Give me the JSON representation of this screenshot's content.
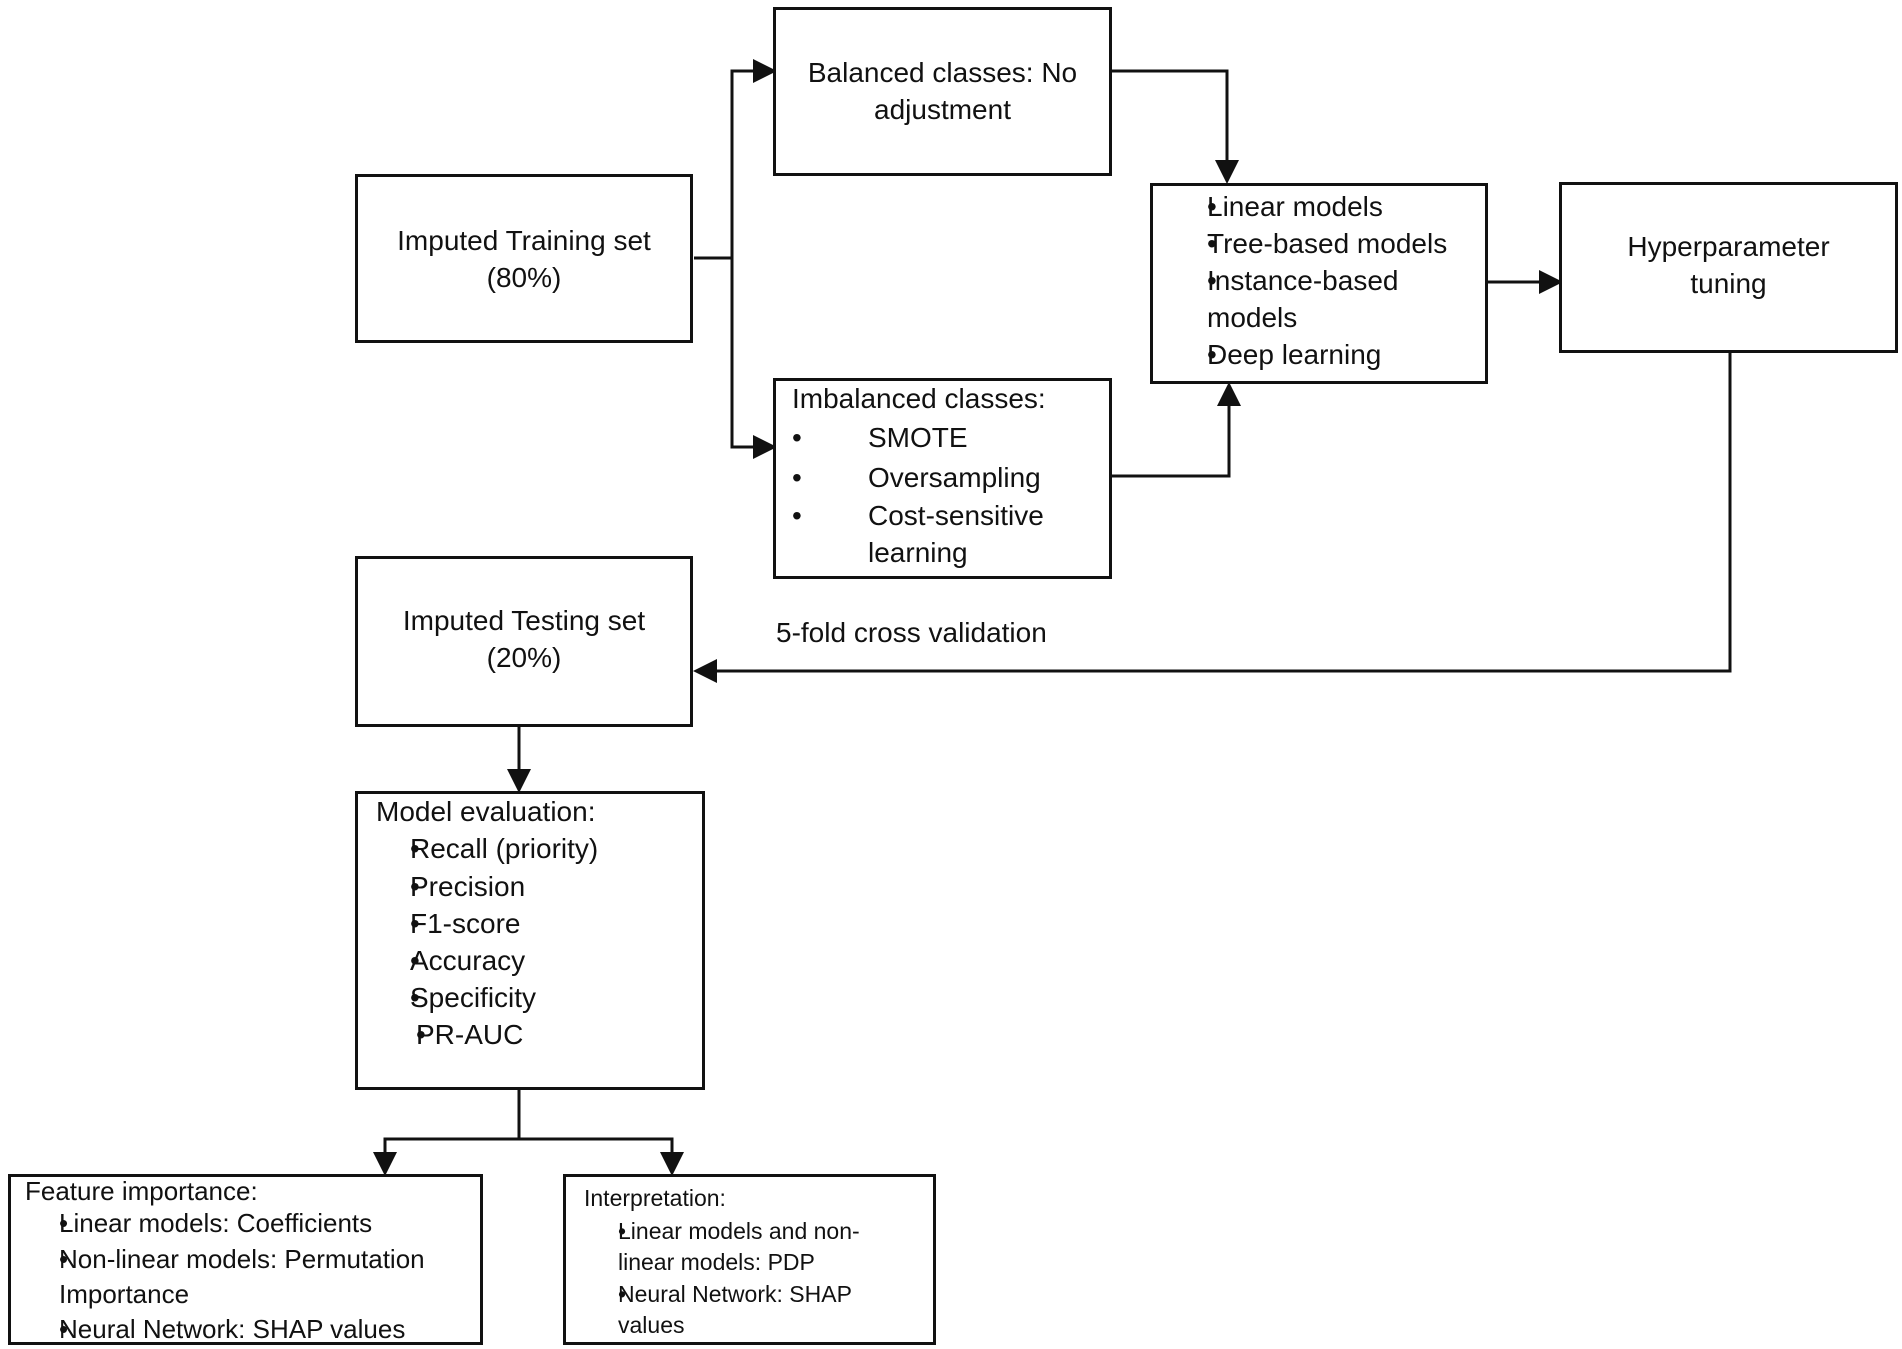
{
  "nodes": {
    "training": {
      "line1": "Imputed Training set",
      "line2": "(80%)"
    },
    "balanced": {
      "line1": "Balanced classes: No",
      "line2": "adjustment"
    },
    "imbalanced": {
      "title": "Imbalanced classes:",
      "items": [
        "SMOTE",
        "Oversampling",
        "Cost-sensitive learning"
      ]
    },
    "models": {
      "items": [
        "Linear models",
        "Tree-based models",
        "Instance-based models",
        "Deep learning"
      ]
    },
    "hyper": {
      "line1": "Hyperparameter",
      "line2": "tuning"
    },
    "testing": {
      "line1": "Imputed Testing set",
      "line2": "(20%)"
    },
    "evaluation": {
      "title": "Model evaluation:",
      "items": [
        "Recall (priority)",
        "Precision",
        "F1-score",
        "Accuracy",
        "Specificity",
        "PR-AUC"
      ]
    },
    "feature": {
      "title": "Feature importance:",
      "items": [
        "Linear models: Coefficients",
        "Non-linear models: Permutation Importance",
        "Neural Network: SHAP values"
      ]
    },
    "interpretation": {
      "title": "Interpretation:",
      "items": [
        "Linear models and non-linear models: PDP",
        "Neural Network: SHAP values"
      ]
    }
  },
  "edge_labels": {
    "cv": "5-fold cross validation"
  },
  "colors": {
    "stroke": "#111111",
    "background": "#ffffff"
  }
}
